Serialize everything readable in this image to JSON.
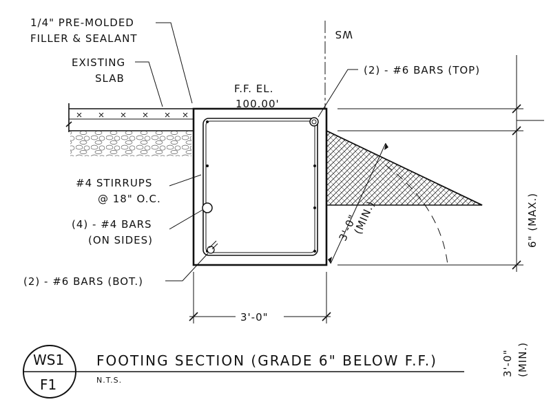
{
  "labels": {
    "filler_line1": "1/4\" PRE-MOLDED",
    "filler_line2": "FILLER & SEALANT",
    "slab_line1": "EXISTING",
    "slab_line2": "SLAB",
    "ff_line1": "F.F. EL.",
    "ff_line2": "100.00'",
    "ws_marker": "WS",
    "top_bars": "(2) - #6 BARS (TOP)",
    "stirrups_line1": "#4 STIRRUPS",
    "stirrups_line2": "@ 18\" O.C.",
    "side_bars_line1": "(4) - #4 BARS",
    "side_bars_line2": "(ON SIDES)",
    "bottom_bars": "(2) - #6 BARS (BOT.)",
    "dim_width": "3'-0\"",
    "dim_slope_line1": "3'-0\"",
    "dim_slope_line2": "(MIN.)",
    "dim_depth_line1": "3'-0\"",
    "dim_depth_line2": "(MIN.)",
    "dim_grade": "6\" (MAX.)"
  },
  "title_block": {
    "bubble_top": "WS1",
    "bubble_bottom": "F1",
    "title": "FOOTING SECTION (GRADE 6\" BELOW F.F.)",
    "scale": "N.T.S."
  }
}
